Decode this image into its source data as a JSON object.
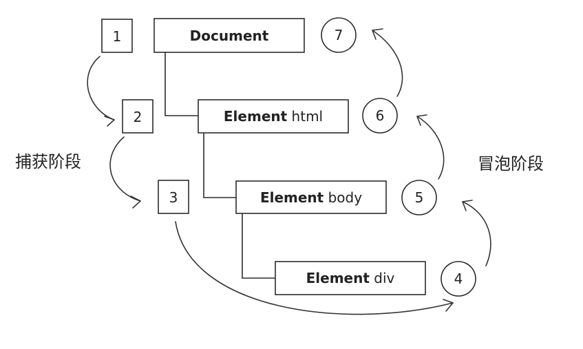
{
  "nodes": {
    "document": {
      "kind": "Document",
      "tag": ""
    },
    "html": {
      "kind": "Element",
      "tag": "html"
    },
    "body": {
      "kind": "Element",
      "tag": "body"
    },
    "div": {
      "kind": "Element",
      "tag": "div"
    }
  },
  "steps": [
    "1",
    "2",
    "3",
    "4",
    "5",
    "6",
    "7"
  ],
  "phases": {
    "capture": "捕获阶段",
    "bubble": "冒泡阶段"
  }
}
